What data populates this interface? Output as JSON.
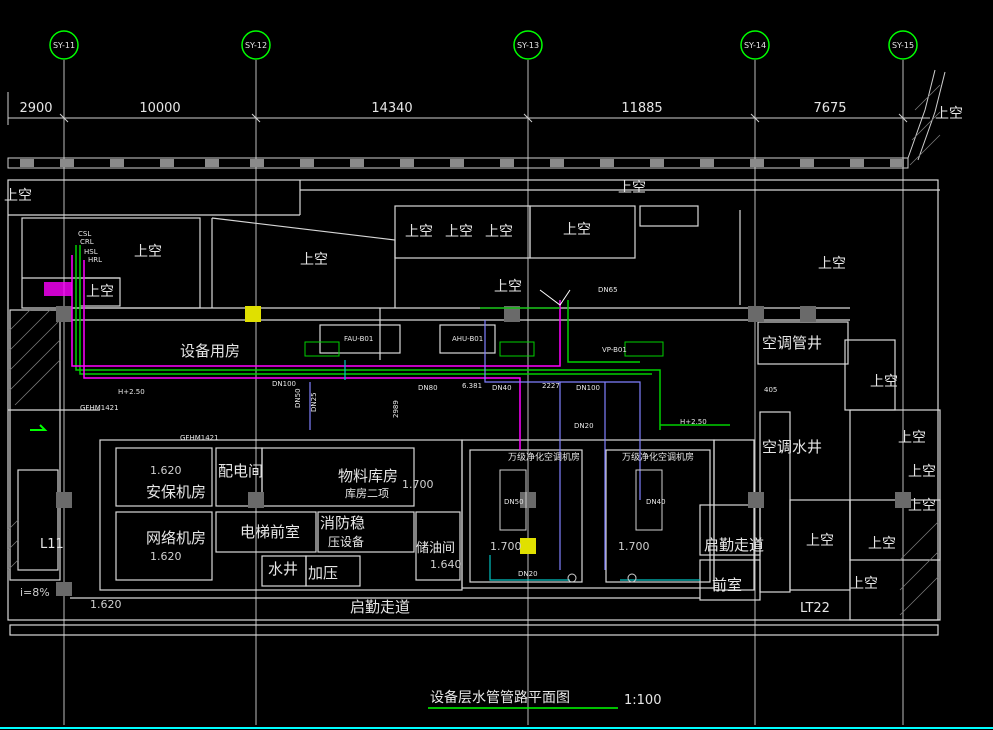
{
  "colors": {
    "background": "#000000",
    "wall": "#ffffff",
    "grid": "#c8c8c8",
    "axis_bubble": "#00ff00",
    "pipe_green": "#00d000",
    "pipe_magenta": "#ff00ff",
    "pipe_purple": "#8080ff",
    "pipe_cyan": "#00c0c0",
    "column_yellow": "#e0e000",
    "title_underline": "#00ff00",
    "bottom_line": "#00ffff"
  },
  "axes": [
    "SY-11",
    "SY-12",
    "SY-13",
    "SY-14",
    "SY-15"
  ],
  "dimensions": [
    "2900",
    "10000",
    "14340",
    "11885",
    "7675"
  ],
  "rooms": {
    "equipment_room": "设备用房",
    "ac_pipe_shaft": "空调管井",
    "ac_water_shaft": "空调水井",
    "security_room": "安保机房",
    "power_room": "配电间",
    "warehouse_1": "物料库房",
    "warehouse_2": "库房二项",
    "network_room": "网络机房",
    "elevator_hall": "电梯前室",
    "fire_pump": "消防稳",
    "fire_pump_2": "压设备",
    "oil_room": "储油间",
    "water_well": "水井",
    "pressurize": "加压",
    "evac_corridor_1": "启勤走道",
    "evac_corridor_2": "启勤走道",
    "front_room": "前室",
    "purify_ac_1": "万级净化空调机房",
    "purify_ac_2": "万级净化空调机房",
    "lt": "LT22",
    "l11": "L11"
  },
  "void_label": "上空",
  "pipe_labels": {
    "csl": "CSL",
    "crl": "CRL",
    "hsl": "HSL",
    "hrl": "HRL",
    "fau": "FAU-B01",
    "ahu": "AHU-B01",
    "vp": "VP-B01",
    "dn65": "DN65",
    "dn100": "DN100",
    "dn80": "DN80",
    "dn50": "DN50",
    "dn25": "DN25",
    "dn40": "DN40",
    "dn20": "DN20",
    "h250": "H+2.50",
    "gfhm": "GFHM1421",
    "e381": "6.381",
    "e2227": "2227",
    "e2989": "2989",
    "e405": "405"
  },
  "levels": {
    "l1620a": "1.620",
    "l1620b": "1.620",
    "l1620c": "1.620",
    "l1700a": "1.700",
    "l1700b": "1.700",
    "l1700c": "1.700",
    "l1640": "1.640",
    "slope": "i=8%"
  },
  "title": "设备层水管管路平面图",
  "scale": "1:100"
}
